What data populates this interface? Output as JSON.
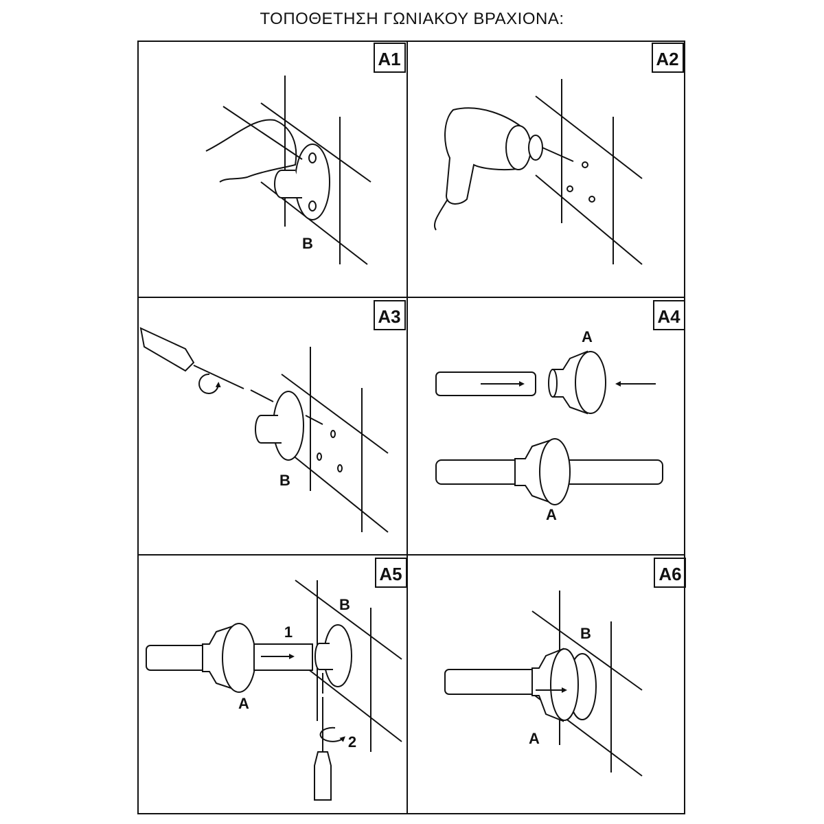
{
  "title": "ΤΟΠΟΘΕΤΗΣΗ ΓΩΝΙΑΚΟΥ ΒΡΑΧΙΟΝΑ:",
  "panels": [
    {
      "label": "A1",
      "parts": [
        "B"
      ]
    },
    {
      "label": "A2",
      "parts": []
    },
    {
      "label": "A3",
      "parts": [
        "B"
      ]
    },
    {
      "label": "A4",
      "parts": [
        "A",
        "A"
      ]
    },
    {
      "label": "A5",
      "parts": [
        "B",
        "A"
      ],
      "steps": [
        "1",
        "2"
      ]
    },
    {
      "label": "A6",
      "parts": [
        "B",
        "A"
      ]
    }
  ]
}
